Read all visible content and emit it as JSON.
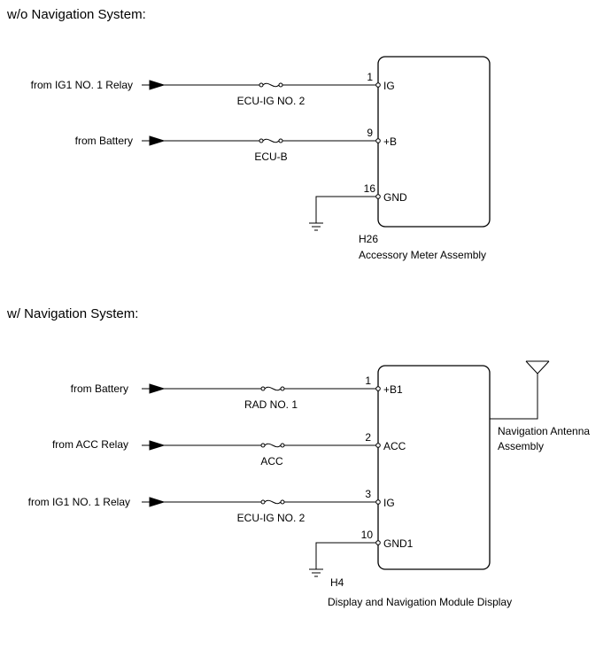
{
  "sections": [
    {
      "heading": "w/o Navigation System:",
      "connector": "H26",
      "component": "Accessory Meter Assembly",
      "circuits": [
        {
          "source": "from IG1 NO. 1 Relay",
          "fuse": "ECU-IG NO. 2",
          "pin": "1",
          "terminal": "IG"
        },
        {
          "source": "from Battery",
          "fuse": "ECU-B",
          "pin": "9",
          "terminal": "+B"
        }
      ],
      "ground": {
        "pin": "16",
        "terminal": "GND"
      }
    },
    {
      "heading": "w/ Navigation System:",
      "connector": "H4",
      "component": "Display and Navigation Module Display",
      "antenna": {
        "line1": "Navigation Antenna",
        "line2": "Assembly"
      },
      "circuits": [
        {
          "source": "from Battery",
          "fuse": "RAD NO. 1",
          "pin": "1",
          "terminal": "+B1"
        },
        {
          "source": "from ACC Relay",
          "fuse": "ACC",
          "pin": "2",
          "terminal": "ACC"
        },
        {
          "source": "from IG1 NO. 1 Relay",
          "fuse": "ECU-IG NO. 2",
          "pin": "3",
          "terminal": "IG"
        }
      ],
      "ground": {
        "pin": "10",
        "terminal": "GND1"
      }
    }
  ]
}
